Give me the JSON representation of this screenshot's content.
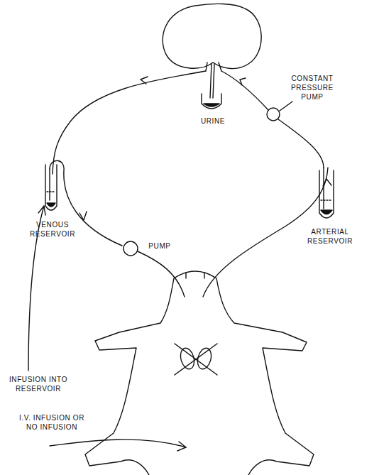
{
  "diagram": {
    "labels": [
      "URINE",
      "CONSTANT PRESSURE PUMP",
      "VENOUS RESERVOIR",
      "PUMP",
      "ARTERIAL RESERVOIR",
      "INFUSION INTO RESERVOIR",
      "I.V. INFUSION OR NO INFUSION"
    ]
  }
}
